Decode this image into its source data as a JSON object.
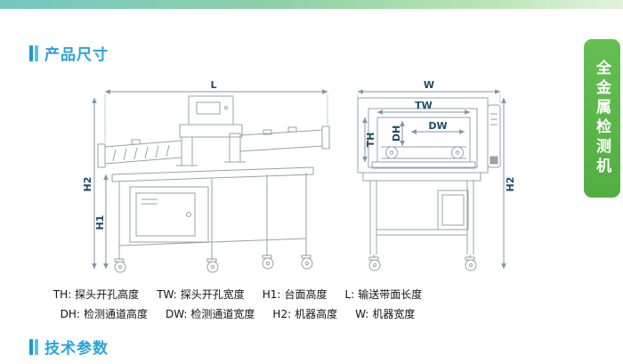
{
  "colors": {
    "top_bar_gradient_start": "#74c7c1",
    "top_bar_gradient_end": "#e2f3de",
    "section_title": "#29a3dc",
    "section_marker": "#2aa9d6",
    "side_tab_background": "#5cb749",
    "side_tab_text": "#ffffff",
    "drawing_line": "#9aa1a8",
    "dimension_label": "#1d4c66"
  },
  "sections": {
    "product_dimensions": {
      "title": "产品尺寸"
    },
    "technical_parameters": {
      "title": "技术参数"
    }
  },
  "side_tab": {
    "label": "全金属检测机"
  },
  "diagram": {
    "labels": {
      "L": "L",
      "W": "W",
      "TW": "TW",
      "TH": "TH",
      "DH": "DH",
      "DW": "DW",
      "H1": "H1",
      "H2": "H2"
    },
    "legend": {
      "rows": [
        [
          {
            "key": "TH:",
            "desc": "探头开孔高度"
          },
          {
            "key": "TW:",
            "desc": "探头开孔宽度"
          },
          {
            "key": "H1:",
            "desc": "台面高度"
          },
          {
            "key": "L:",
            "desc": "输送带面长度"
          }
        ],
        [
          {
            "key": "DH:",
            "desc": "检测通道高度"
          },
          {
            "key": "DW:",
            "desc": "检测通道宽度"
          },
          {
            "key": "H2:",
            "desc": "机器高度"
          },
          {
            "key": "W:",
            "desc": "机器宽度"
          }
        ]
      ]
    }
  }
}
